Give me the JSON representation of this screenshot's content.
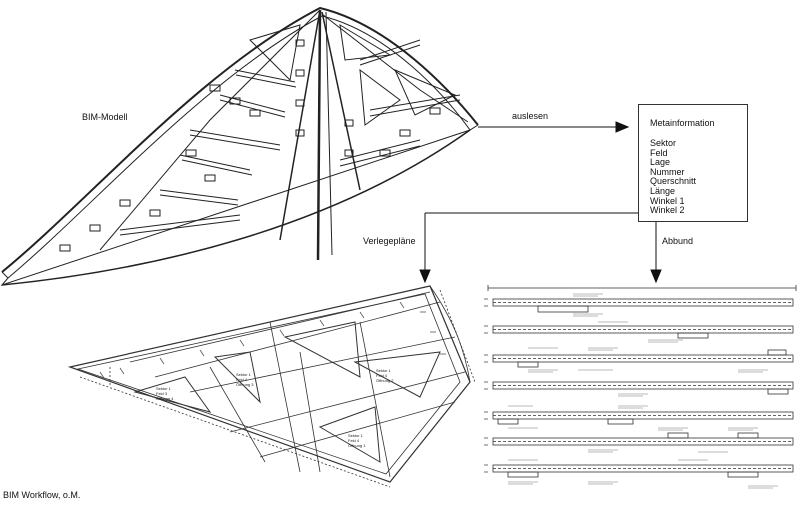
{
  "labels": {
    "bim_model": "BIM-Modell",
    "read_out": "auslesen",
    "laying_plans": "Verlegepläne",
    "joinery": "Abbund"
  },
  "meta": {
    "title": "Metainformation",
    "items": [
      "Sektor",
      "Feld",
      "Lage",
      "Nummer",
      "Querschnitt",
      "Länge",
      "Winkel 1",
      "Winkel 2"
    ]
  },
  "plan_tags": {
    "a": [
      "Sektor 1",
      "Feld 3",
      "Öffnung 4"
    ],
    "b": [
      "Sektor 1",
      "Feld 4",
      "Öffnung 3"
    ],
    "c": [
      "Sektor 1",
      "Feld 4",
      "Öffnung 2"
    ],
    "d": [
      "Sektor 1",
      "Feld 4",
      "Öffnung 1"
    ]
  },
  "caption": "BIM Workflow, o.M."
}
